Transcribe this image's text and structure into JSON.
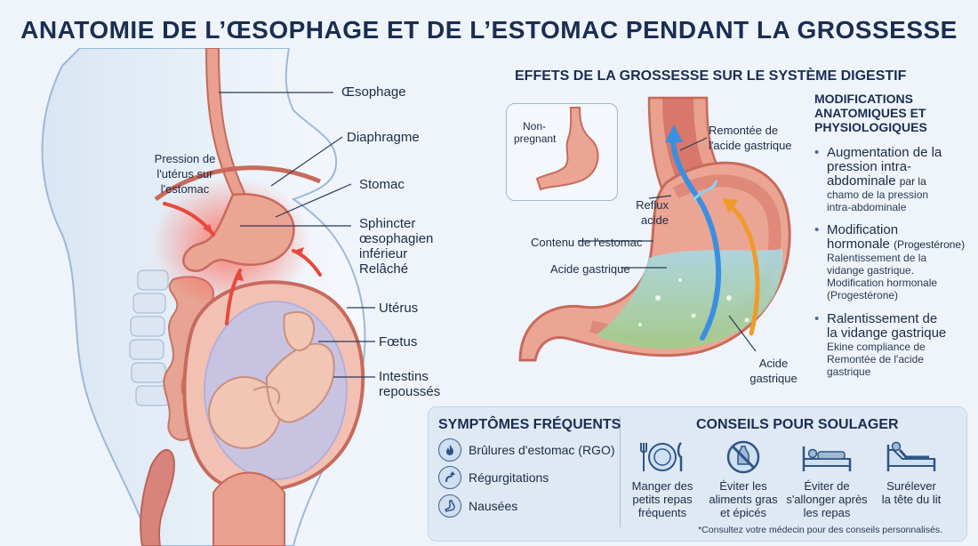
{
  "title": "ANATOMIE DE L’ŒSOPHAGE ET DE L’ESTOMAC PENDANT LA GROSSESSE",
  "left_labels": {
    "oesophage": "Œsophage",
    "diaphragme": "Diaphragme",
    "estomac": "Stomac",
    "sphincter_l1": "Sphincter",
    "sphincter_l2": "œsophagien",
    "sphincter_l3": "inférieur",
    "sphincter_l4": "Relâché",
    "pression_l1": "Pression de",
    "pression_l2": "l'utérus sur",
    "pression_l3": "l'estomac",
    "uterus": "Utérus",
    "foetus": "Fœtus",
    "intestins_l1": "Intestins",
    "intestins_l2": "repoussés"
  },
  "right_panel": {
    "title": "EFFETS DE LA GROSSESSE SUR LE SYSTÈME DIGESTIF",
    "nonpregnant_l1": "Non-",
    "nonpregnant_l2": "pregnant",
    "remontee_l1": "Remontée de",
    "remontee_l2": "l'acide gastrique",
    "reflux_l1": "Reflux",
    "reflux_l2": "acide",
    "contenu": "Contenu de l'estomac",
    "acide_gastrique": "Acide gastrique",
    "acide_l1": "Acide",
    "acide_l2": "gastrique"
  },
  "modifications": {
    "header_l1": "MODIFICATIONS",
    "header_l2": "ANATOMIQUES ET",
    "header_l3": "PHYSIOLOGIQUES",
    "items": [
      {
        "l1": "Augmentation de la",
        "l2": "pression intra-",
        "l3": "abdominale",
        "l3b": "par la",
        "d1": "chamo de la pression",
        "d2": "intra-abdominale"
      },
      {
        "l1": "Modification",
        "l2": "hormonale",
        "l2b": "(Progestérone)",
        "d1": "Ralentissement de la",
        "d2": "vidange gastrique.",
        "d3": "Modification hormonale",
        "d4": "(Progestérone)"
      },
      {
        "l1": "Ralentissement de",
        "l2": "la vidange gastrique",
        "d1": "Ekine compliance de",
        "d2": "Remontée de l'acide",
        "d3": "gastrique"
      }
    ],
    "bullet": "•"
  },
  "symptomes": {
    "title": "SYMPTÔMES FRÉQUENTS",
    "items": [
      {
        "label": "Brûlures d'estomac (RGO)",
        "icon": "flame-icon"
      },
      {
        "label": "Régurgitations",
        "icon": "regurgitation-icon"
      },
      {
        "label": "Nausées",
        "icon": "stomach-icon"
      }
    ]
  },
  "conseils": {
    "title": "CONSEILS POUR SOULAGER",
    "items": [
      {
        "l1": "Manger des",
        "l2": "petits repas",
        "l3": "fréquents",
        "icon": "plate-cutlery-icon"
      },
      {
        "l1": "Éviter les",
        "l2": "aliments gras",
        "l3": "et épicés",
        "icon": "no-fatty-food-icon"
      },
      {
        "l1": "Éviter de",
        "l2": "s'allonger après",
        "l3": "les repas",
        "icon": "lying-down-icon"
      },
      {
        "l1": "Surélever",
        "l2": "la tête du lit",
        "l3": "",
        "icon": "raised-bed-icon"
      }
    ]
  },
  "footnote": "*Consultez votre médecin pour des conseils personnalisés.",
  "colors": {
    "title": "#1a2d52",
    "stomach": "#e9a08f",
    "stomach_dark": "#c96a5d",
    "acid_blue": "#3b8fe0",
    "acid_orange": "#f09a2a",
    "fluid": "#8ec9c2",
    "body_outline": "#a9c2de",
    "pressure_red": "#e8493a"
  }
}
